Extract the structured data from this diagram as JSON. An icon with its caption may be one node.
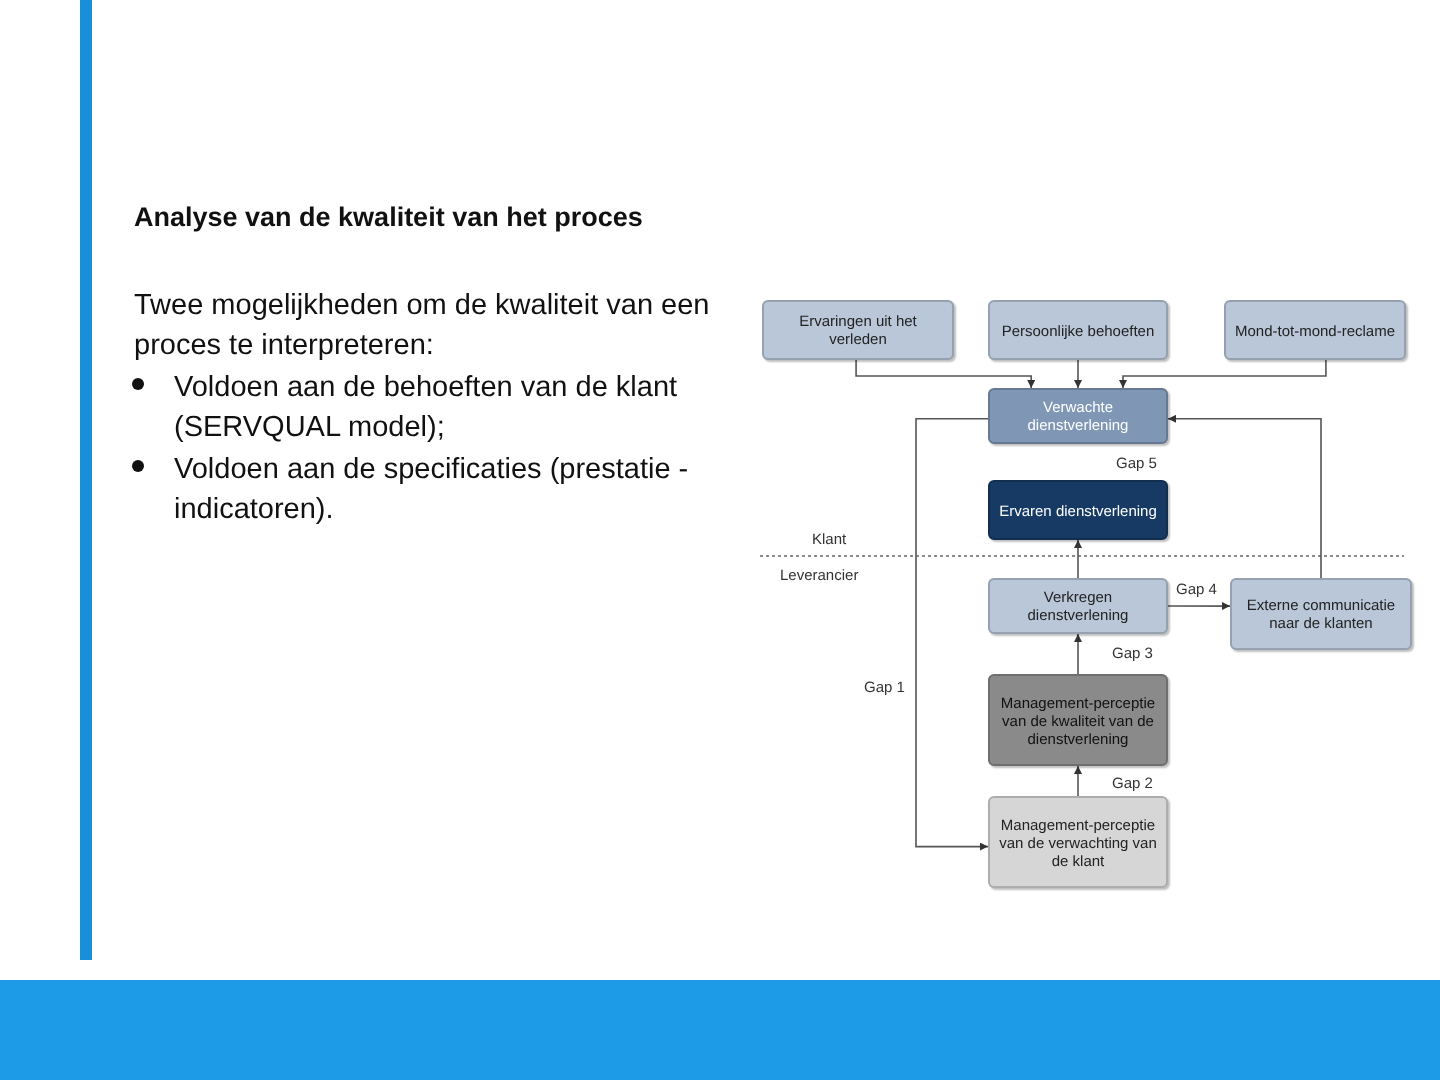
{
  "diagram": {
    "title": "Analyse van de kwaliteit van het proces",
    "nodes": [
      {
        "text": [
          "Ervaringen uit het verleden"
        ]
      },
      {
        "text": [
          "Persoonlijke behoeften"
        ]
      },
      {
        "text": [
          "Mond-tot-mond-reclame"
        ]
      },
      {
        "text": [
          "Verwachte dienstverlening"
        ]
      },
      {
        "text": [
          "Ervaren dienstverlening"
        ]
      },
      {
        "text": [
          "Verkregen dienstverlening"
        ]
      },
      {
        "text": [
          "Externe communicatie naar de klanten"
        ]
      },
      {
        "text": [
          "Management-perceptie van de kwaliteit van de dienstverlening"
        ]
      },
      {
        "text": [
          "Management-perceptie van de verwachting van de klant"
        ]
      }
    ],
    "edges": [
      {
        "from": 0,
        "to": 3,
        "arrow": "to"
      },
      {
        "from": 1,
        "to": 3,
        "arrow": "to"
      },
      {
        "from": 2,
        "to": 3,
        "arrow": "to"
      },
      {
        "from": 5,
        "to": 4,
        "arrow": "to"
      },
      {
        "from": 7,
        "to": 5,
        "arrow": "to"
      },
      {
        "from": 8,
        "to": 7,
        "arrow": "to"
      },
      {
        "from": 6,
        "to": 3,
        "arrow": "to"
      },
      {
        "from": 5,
        "to": 6,
        "arrow": "to"
      },
      {
        "from": 3,
        "to": 8,
        "arrow": "to"
      }
    ],
    "labels": [
      "Twee mogelijkheden om de kwaliteit van een proces te interpreteren:",
      "Voldoen aan de behoeften van de klant (SERVQUAL model);",
      "Voldoen aan de specificaties (prestatie -indicatoren).",
      "Gap 5",
      "Klant",
      "Leverancier",
      "Gap 4",
      "Gap 3",
      "Gap 1",
      "Gap 2"
    ]
  }
}
